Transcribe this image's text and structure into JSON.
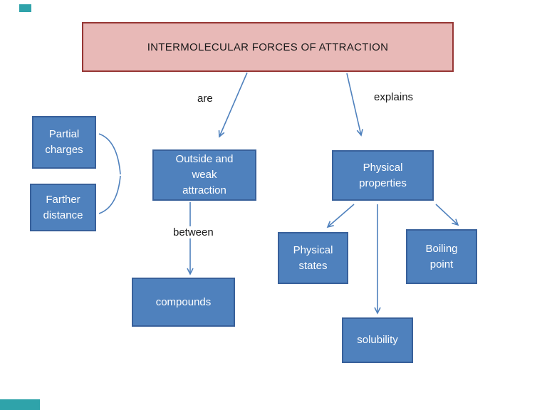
{
  "slide": {
    "title": "INTERMOLECULAR FORCES OF ATTRACTION"
  },
  "labels": {
    "are": "are",
    "explains": "explains",
    "between": "between"
  },
  "nodes": {
    "partial_charges": "Partial\ncharges",
    "farther_distance": "Farther\ndistance",
    "outside_weak": "Outside and\nweak\nattraction",
    "physical_properties": "Physical\nproperties",
    "physical_states": "Physical\nstates",
    "boiling_point": "Boiling\npoint",
    "compounds": "compounds",
    "solubility": "solubility"
  },
  "colors": {
    "node_fill": "#4f81bd",
    "node_border": "#38609a",
    "title_fill": "#e8b9b7",
    "title_border": "#963634",
    "arrow": "#4f81bd",
    "accent": "#2fa3aa"
  }
}
